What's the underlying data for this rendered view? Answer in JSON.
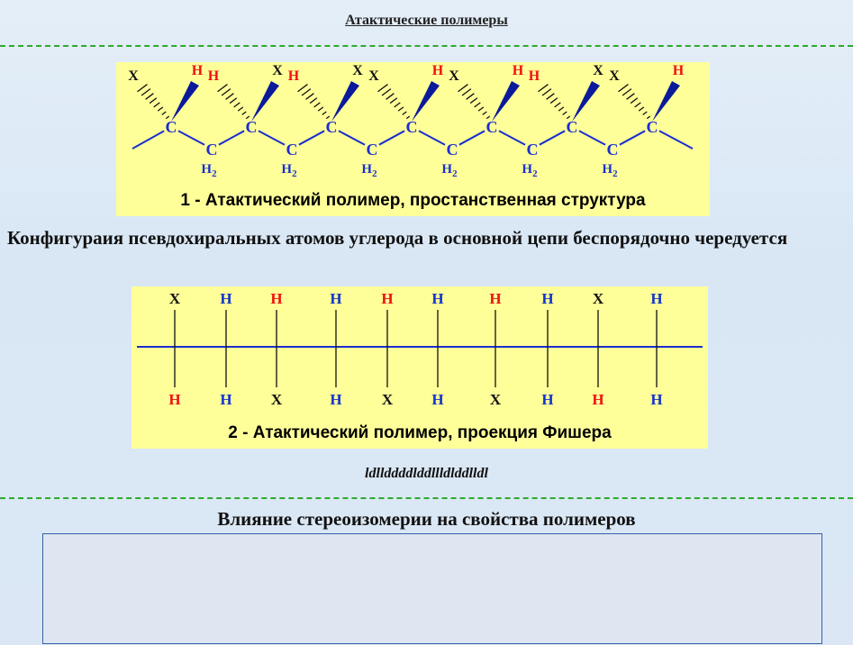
{
  "page": {
    "title": "Атактические полимеры",
    "paragraph": "Конфигураия псевдохиральных атомов углерода в основной цепи беспорядочно чередуется",
    "sequence": "ldllddddlddllldlddlldl",
    "section_heading": "Влияние стереоизомерии на свойства полимеров"
  },
  "colors": {
    "substituent_x": "#111111",
    "hydrogen_red": "#ee1111",
    "hydrogen_blue": "#1133cc",
    "chain": "#1a2fd0",
    "panel": "#ffff99",
    "divider": "#2eaa2e"
  },
  "structure1": {
    "caption": "1 - Атактический полимер, простанственная структура",
    "carbon_label": "C",
    "ch2_label": "C",
    "h2_label": "H",
    "h2_sub": "2",
    "units": [
      {
        "hash": "X",
        "wedge": "H"
      },
      {
        "hash": "H",
        "wedge": "X"
      },
      {
        "hash": "H",
        "wedge": "X"
      },
      {
        "hash": "X",
        "wedge": "H"
      },
      {
        "hash": "X",
        "wedge": "H"
      },
      {
        "hash": "H",
        "wedge": "X"
      },
      {
        "hash": "X",
        "wedge": "H"
      }
    ]
  },
  "structure2": {
    "caption": "2 - Атактический полимер, проекция Фишера",
    "columns": [
      {
        "top": "X",
        "bottom": "H"
      },
      {
        "top": "H",
        "bottom": "H"
      },
      {
        "top": "H",
        "bottom": "X"
      },
      {
        "top": "H",
        "bottom": "H"
      },
      {
        "top": "H",
        "bottom": "X"
      },
      {
        "top": "H",
        "bottom": "H"
      },
      {
        "top": "H",
        "bottom": "X"
      },
      {
        "top": "H",
        "bottom": "H"
      },
      {
        "top": "X",
        "bottom": "H"
      },
      {
        "top": "H",
        "bottom": "H"
      }
    ],
    "color_codes_top": [
      "x",
      "b",
      "r",
      "b",
      "r",
      "b",
      "r",
      "b",
      "x",
      "b"
    ],
    "color_codes_bottom": [
      "r",
      "b",
      "x",
      "b",
      "x",
      "b",
      "x",
      "b",
      "r",
      "b"
    ]
  }
}
